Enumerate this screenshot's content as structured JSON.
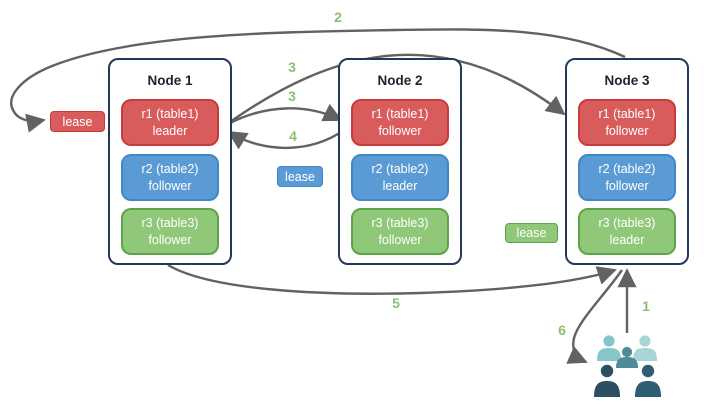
{
  "nodes": [
    {
      "title": "Node 1",
      "replicas": [
        {
          "name": "r1 (table1)",
          "role": "leader",
          "color": "red"
        },
        {
          "name": "r2 (table2)",
          "role": "follower",
          "color": "blue"
        },
        {
          "name": "r3 (table3)",
          "role": "follower",
          "color": "green"
        }
      ]
    },
    {
      "title": "Node 2",
      "replicas": [
        {
          "name": "r1 (table1)",
          "role": "follower",
          "color": "red"
        },
        {
          "name": "r2 (table2)",
          "role": "leader",
          "color": "blue"
        },
        {
          "name": "r3 (table3)",
          "role": "follower",
          "color": "green"
        }
      ]
    },
    {
      "title": "Node 3",
      "replicas": [
        {
          "name": "r1 (table1)",
          "role": "follower",
          "color": "red"
        },
        {
          "name": "r2 (table2)",
          "role": "follower",
          "color": "blue"
        },
        {
          "name": "r3 (table3)",
          "role": "leader",
          "color": "green"
        }
      ]
    }
  ],
  "leases": [
    {
      "label": "lease",
      "color": "red"
    },
    {
      "label": "lease",
      "color": "blue"
    },
    {
      "label": "lease",
      "color": "green"
    }
  ],
  "steps": [
    {
      "label": "1"
    },
    {
      "label": "2"
    },
    {
      "label": "3"
    },
    {
      "label": "3"
    },
    {
      "label": "4"
    },
    {
      "label": "5"
    },
    {
      "label": "6"
    }
  ],
  "icons": {
    "users": "users-group-icon"
  },
  "colors": {
    "replica_red": "#d95c5c",
    "replica_red_border": "#c93a3a",
    "replica_blue": "#5b9bd5",
    "replica_blue_border": "#3f88c5",
    "replica_green": "#8fc878",
    "replica_green_border": "#5fa348",
    "node_border": "#24385c",
    "arrow": "#626262",
    "step_label": "#8cc070",
    "users_light_teal": "#a7d6d9",
    "users_teal": "#86c5ca",
    "users_mid_teal": "#4f8c9a",
    "users_dark_left": "#2d4e63",
    "users_dark_right": "#2f5d74"
  }
}
